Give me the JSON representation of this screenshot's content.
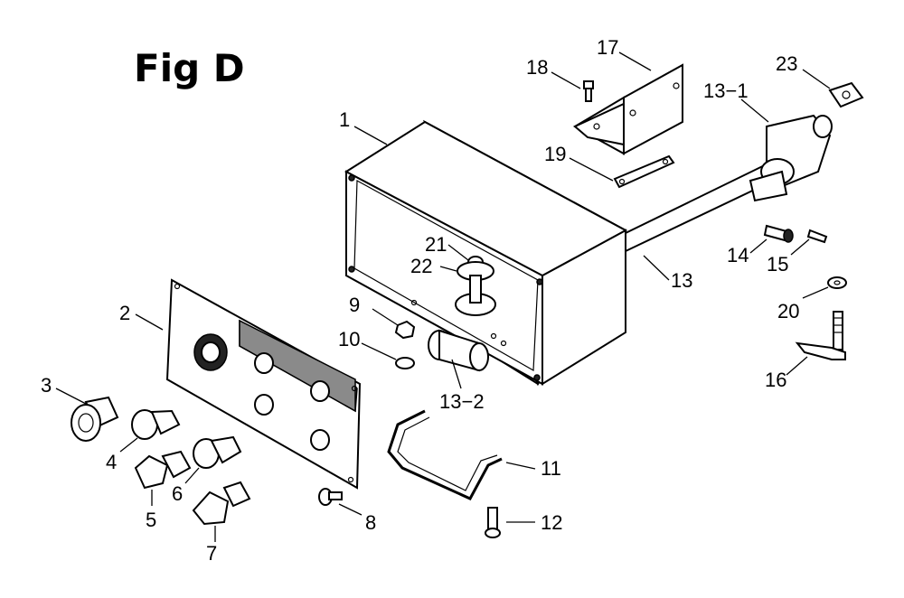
{
  "figure": {
    "title": "Fig D"
  },
  "callouts": [
    {
      "id": "1",
      "label": "1"
    },
    {
      "id": "2",
      "label": "2"
    },
    {
      "id": "3",
      "label": "3"
    },
    {
      "id": "4",
      "label": "4"
    },
    {
      "id": "5",
      "label": "5"
    },
    {
      "id": "6",
      "label": "6"
    },
    {
      "id": "7",
      "label": "7"
    },
    {
      "id": "8",
      "label": "8"
    },
    {
      "id": "9",
      "label": "9"
    },
    {
      "id": "10",
      "label": "10"
    },
    {
      "id": "11",
      "label": "11"
    },
    {
      "id": "12",
      "label": "12"
    },
    {
      "id": "13",
      "label": "13"
    },
    {
      "id": "13-1",
      "label": "13−1"
    },
    {
      "id": "13-2",
      "label": "13−2"
    },
    {
      "id": "14",
      "label": "14"
    },
    {
      "id": "15",
      "label": "15"
    },
    {
      "id": "16",
      "label": "16"
    },
    {
      "id": "17",
      "label": "17"
    },
    {
      "id": "18",
      "label": "18"
    },
    {
      "id": "19",
      "label": "19"
    },
    {
      "id": "20",
      "label": "20"
    },
    {
      "id": "21",
      "label": "21"
    },
    {
      "id": "22",
      "label": "22"
    },
    {
      "id": "23",
      "label": "23"
    }
  ],
  "colors": {
    "ink": "#000000",
    "background": "#ffffff",
    "panel_shade": "#8a8a8a"
  }
}
